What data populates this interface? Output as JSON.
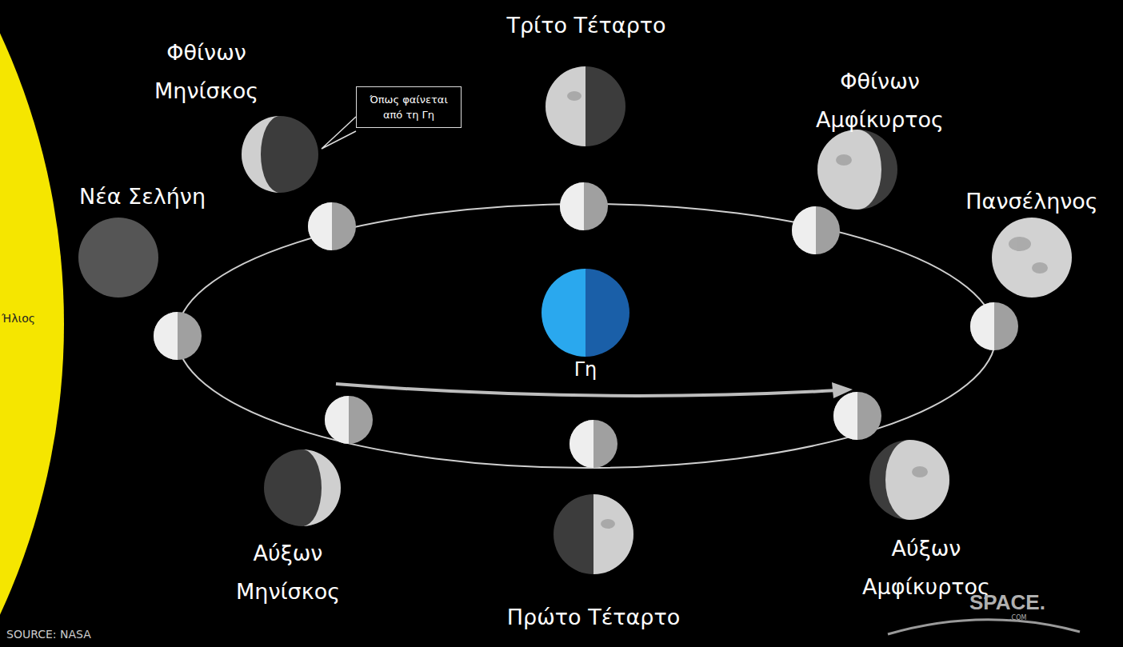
{
  "diagram": {
    "nodes": [
      {
        "text": [
          "Ήλιος"
        ]
      },
      {
        "text": [
          "Γη"
        ]
      },
      {
        "text": [
          "Όπως φαίνεται από τη Γη"
        ]
      }
    ],
    "labels": [
      "Φθίνων Μηνίσκος",
      "Τρίτο Τέταρτο",
      "Φθίνων Αμφίκυρτος",
      "Νέα Σελήνη",
      "Πανσέληνος",
      "Αύξων Μηνίσκος",
      "Πρώτο Τέταρτο",
      "Αύξων Αμφίκυρτος",
      "SOURCE: NASA",
      "SPACE.",
      ".COM"
    ]
  }
}
